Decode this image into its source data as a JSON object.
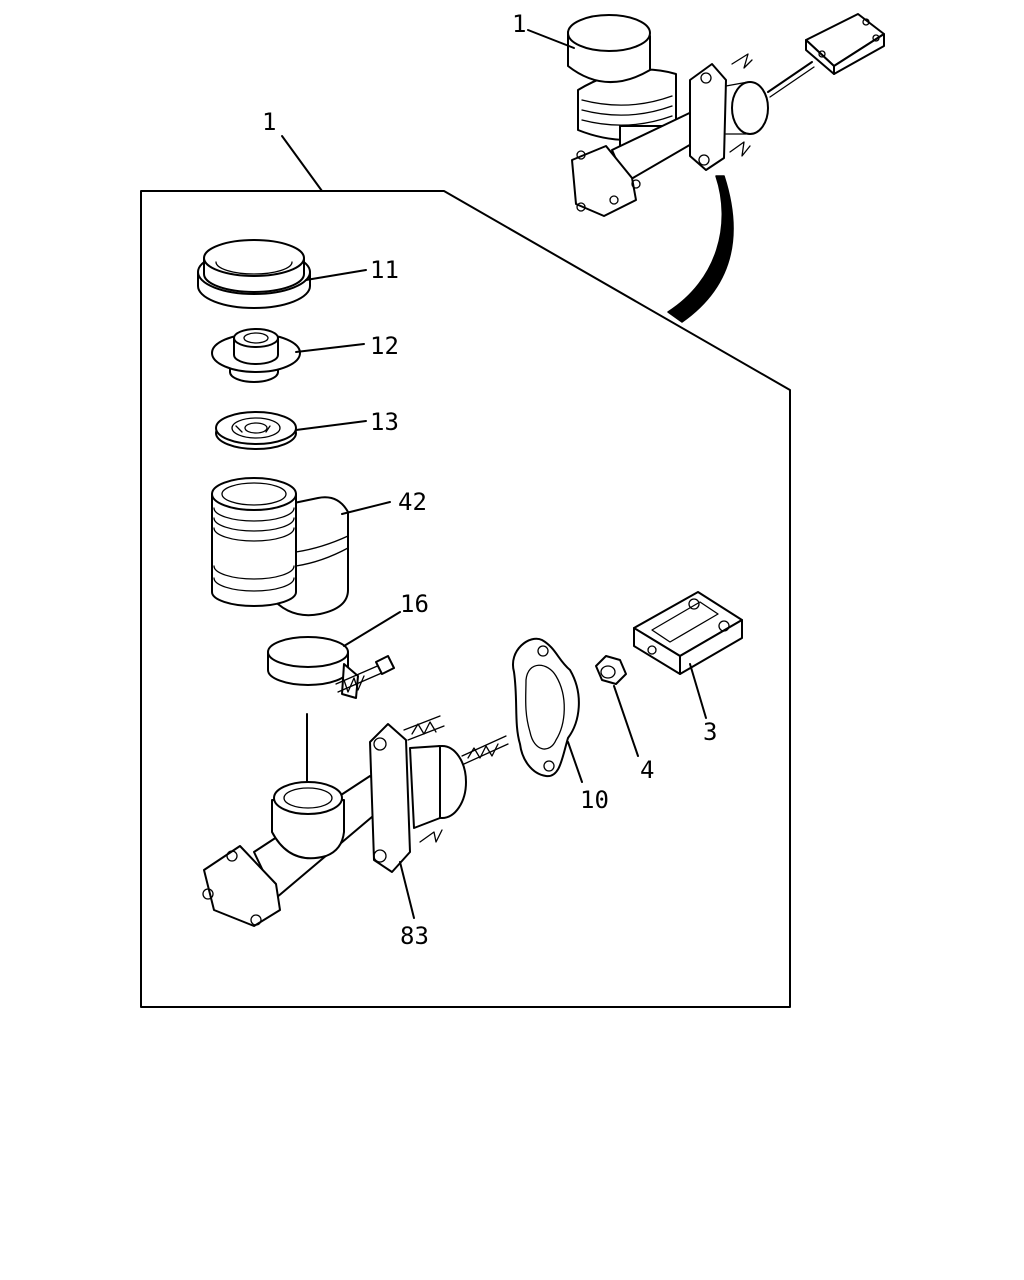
{
  "callouts": {
    "assembly_top": "1",
    "assembly_frame": "1",
    "reservoir_cap": "11",
    "diaphragm": "12",
    "seal_plate": "13",
    "reservoir": "42",
    "clamp_band": "16",
    "gasket": "10",
    "nut": "4",
    "clevis": "3",
    "master_cylinder": "83"
  },
  "colors": {
    "ink": "#000000",
    "background": "#ffffff"
  }
}
